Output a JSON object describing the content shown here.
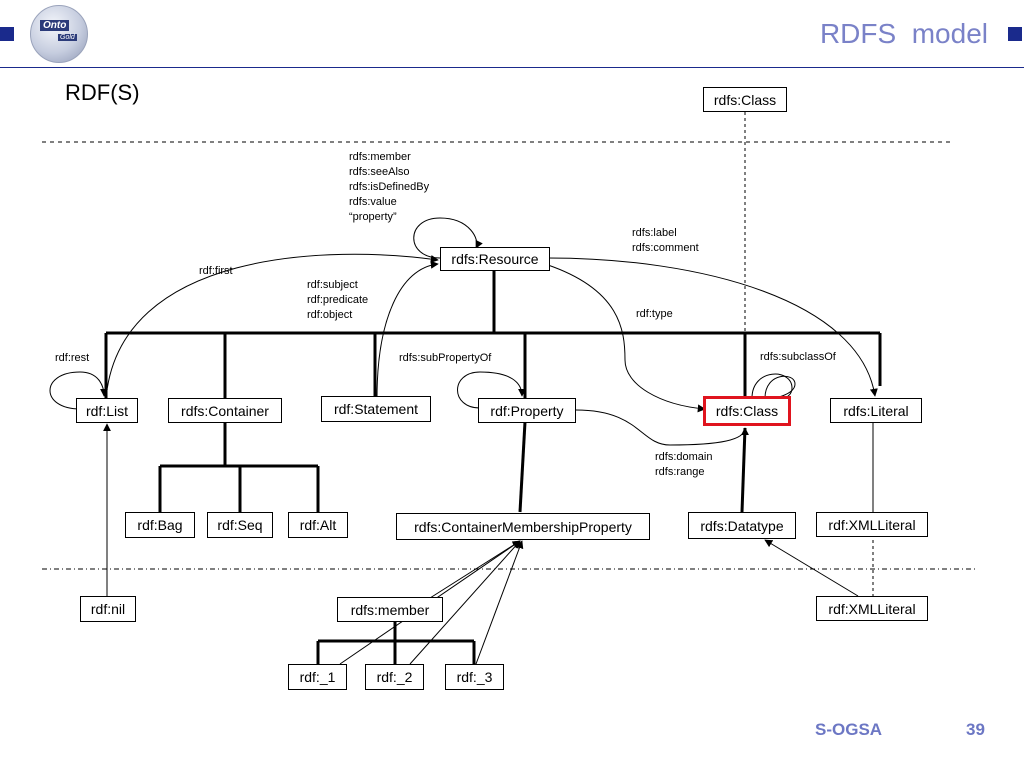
{
  "slide": {
    "title": "RDFS  model",
    "subtitle": "RDF(S)"
  },
  "logo": {
    "line1": "Onto",
    "line2": "Gold"
  },
  "footer": {
    "left": "S-OGSA",
    "right": "39"
  },
  "nodes": {
    "class_top": "rdfs:Class",
    "resource": "rdfs:Resource",
    "list": "rdf:List",
    "container": "rdfs:Container",
    "statement": "rdf:Statement",
    "property": "rdf:Property",
    "class": "rdfs:Class",
    "literal": "rdfs:Literal",
    "bag": "rdf:Bag",
    "seq": "rdf:Seq",
    "alt": "rdf:Alt",
    "cmp": "rdfs:ContainerMembershipProperty",
    "datatype": "rdfs:Datatype",
    "xmlliteral": "rdf:XMLLiteral",
    "nil": "rdf:nil",
    "member": "rdfs:member",
    "n1": "rdf:_1",
    "n2": "rdf:_2",
    "n3": "rdf:_3",
    "xmlliteral2": "rdf:XMLLiteral"
  },
  "labels": {
    "resource_props": "rdfs:member\nrdfs:seeAlso\nrdfs:isDefinedBy\nrdfs:value\n“property”",
    "label_comment": "rdfs:label\nrdfs:comment",
    "first": "rdf:first",
    "statement_props": "rdf:subject\nrdf:predicate\nrdf:object",
    "type": "rdf:type",
    "rest": "rdf:rest",
    "subproperty": "rdfs:subPropertyOf",
    "subclass": "rdfs:subclassOf",
    "domain_range": "rdfs:domain\nrdfs:range"
  }
}
